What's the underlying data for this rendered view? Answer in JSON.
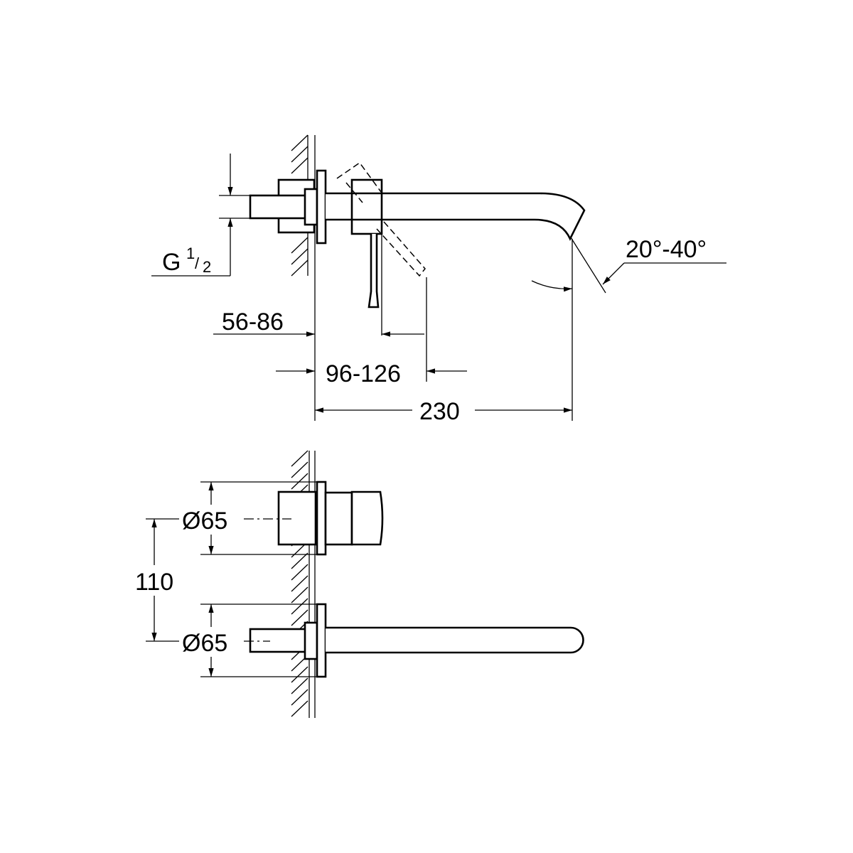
{
  "dimensions": {
    "thread": {
      "main": "G",
      "num": "1",
      "slash": "/",
      "den": "2"
    },
    "wall_depth": "56-86",
    "lever_offset": "96-126",
    "projection": "230",
    "spout_angle": "20°-40°",
    "diameter_top": "Ø65",
    "diameter_bottom": "Ø65",
    "center_distance": "110"
  },
  "colors": {
    "ink": "#000000",
    "background": "#ffffff"
  }
}
